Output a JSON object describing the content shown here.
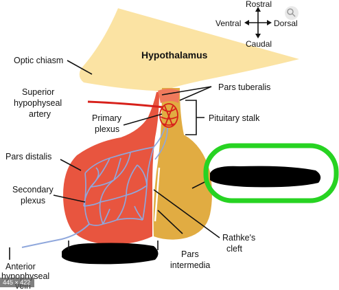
{
  "colors": {
    "hypothalamus": "#fbe3a3",
    "pars_distalis": "#e8553f",
    "pars_distalis_dark": "#d9412e",
    "posterior_lobe": "#e1ac42",
    "pars_tuberalis": "#f07a5c",
    "vessel_red": "#d7201a",
    "vessel_blue": "#8fa7dc",
    "green_highlight": "#27d322",
    "redaction": "#000000"
  },
  "compass": {
    "rostral": "Rostral",
    "ventral": "Ventral",
    "dorsal": "Dorsal",
    "caudal": "Caudal"
  },
  "labels": {
    "hypothalamus": "Hypothalamus",
    "optic_chiasm": "Optic chiasm",
    "superior_artery_1": "Superior",
    "superior_artery_2": "hypophyseal",
    "superior_artery_3": "artery",
    "pars_tuberalis": "Pars tuberalis",
    "primary_plexus_1": "Primary",
    "primary_plexus_2": "plexus",
    "pituitary_stalk": "Pituitary stalk",
    "pars_distalis": "Pars distalis",
    "secondary_plexus_1": "Secondary",
    "secondary_plexus_2": "plexus",
    "rathkes_cleft_1": "Rathke's",
    "rathkes_cleft_2": "cleft",
    "pars_intermedia_1": "Pars",
    "pars_intermedia_2": "intermedia",
    "anterior_vein_1": "Anterior",
    "anterior_vein_2": "hypophyseal",
    "anterior_vein_3": "vein"
  },
  "overlay": {
    "size_badge": "445 × 422",
    "zoom_icon": "magnifier-icon"
  }
}
